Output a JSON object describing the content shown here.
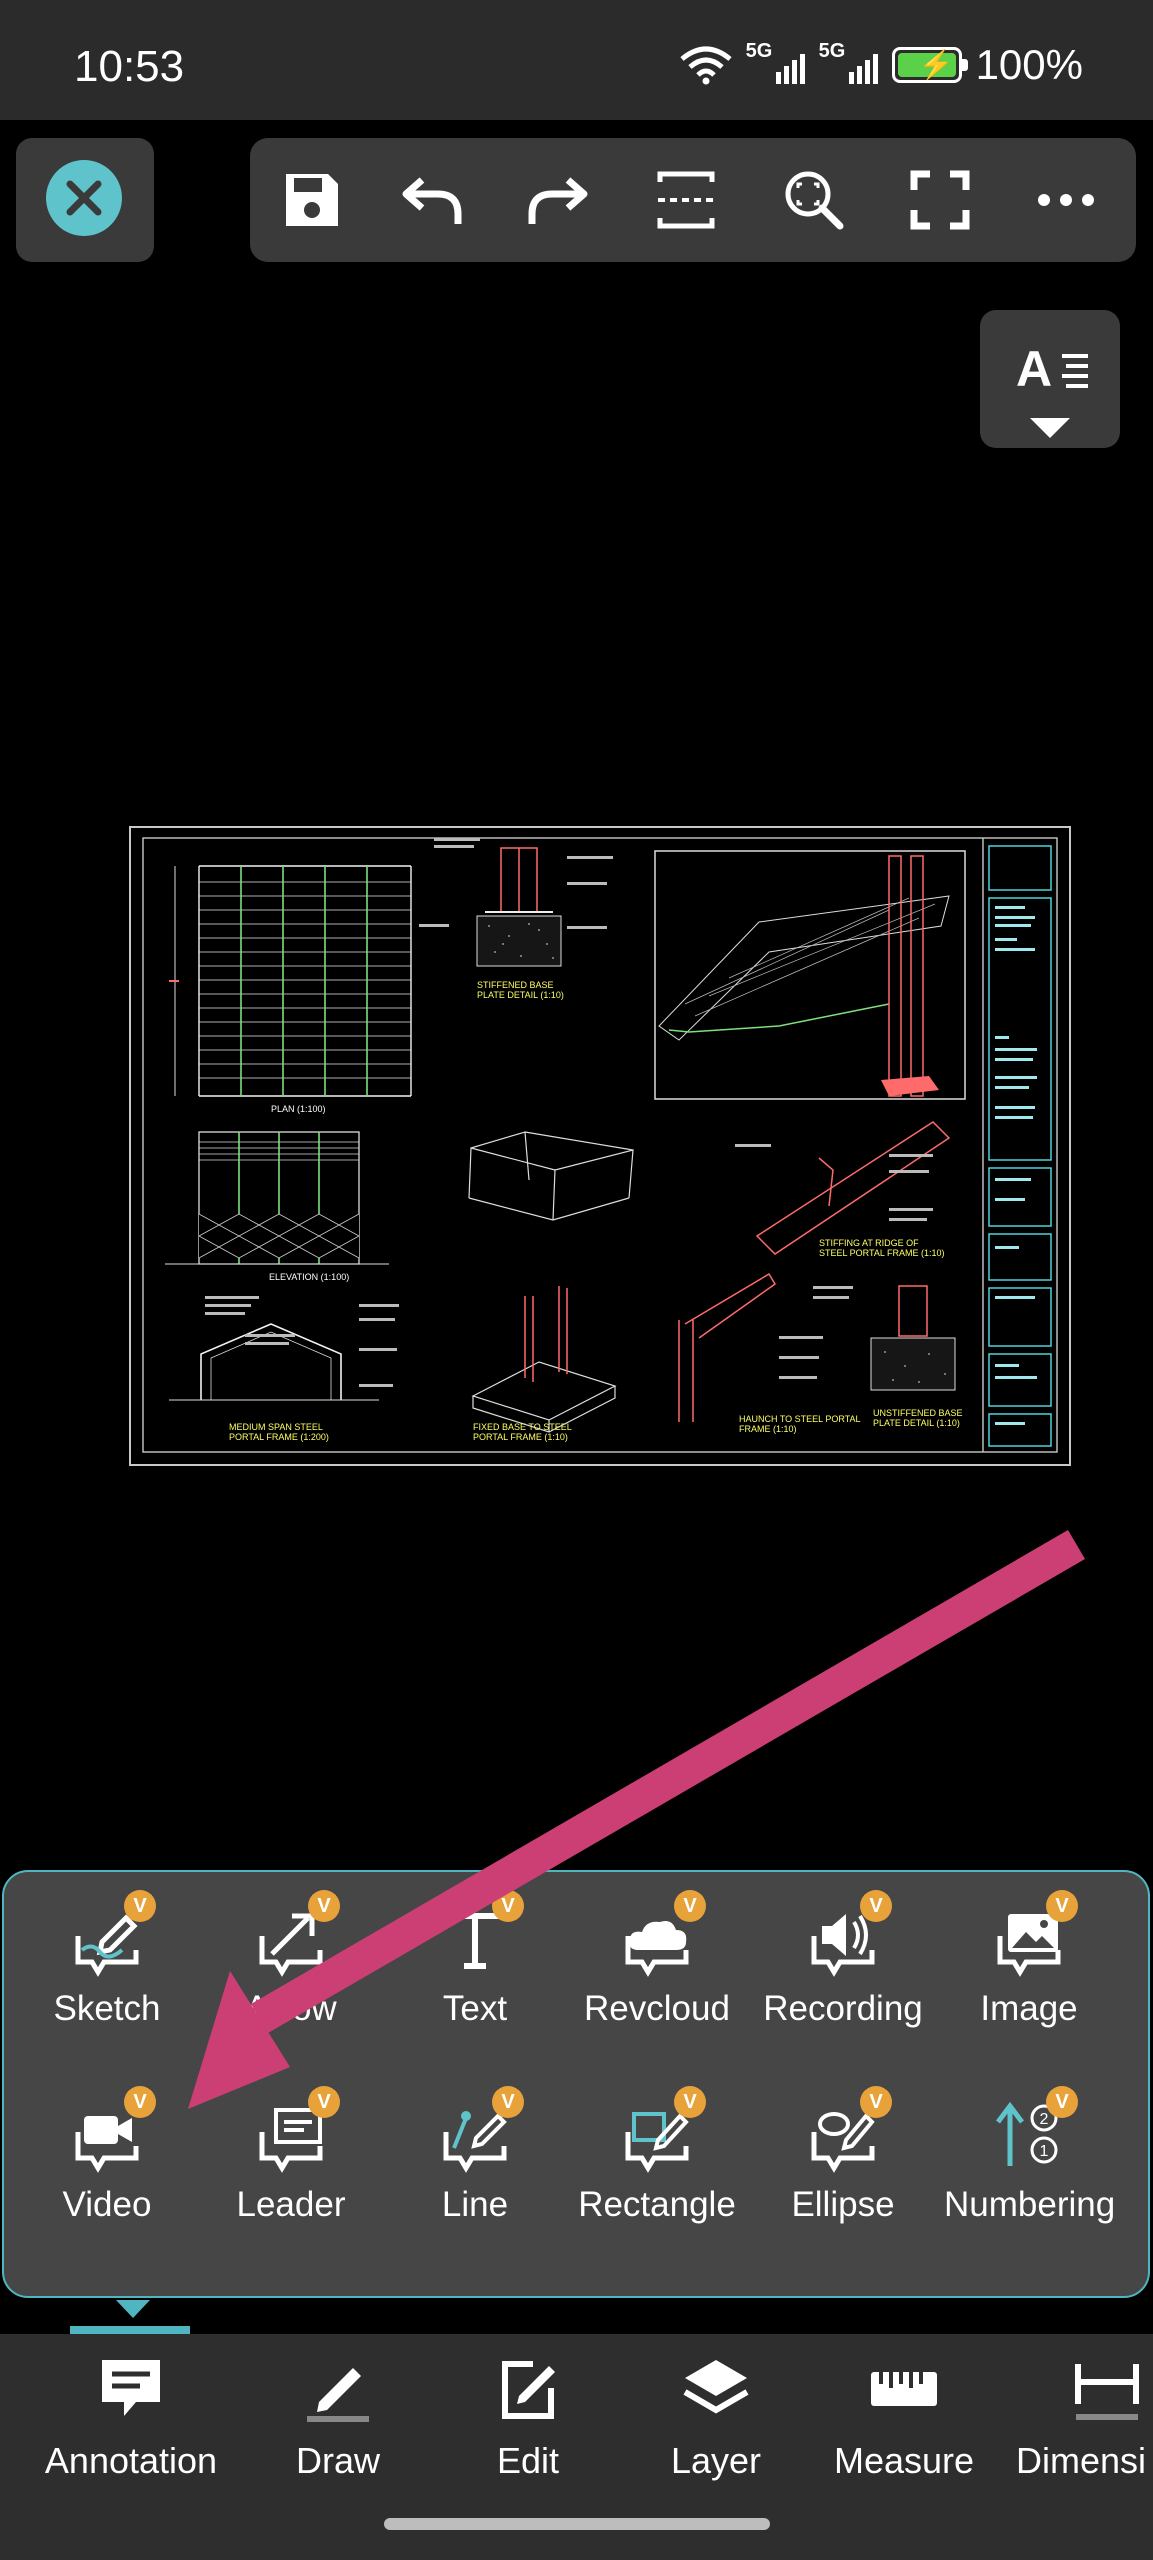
{
  "status_bar": {
    "time": "10:53",
    "network_1": "5G",
    "network_2": "5G",
    "battery": "100%"
  },
  "text_style": {
    "label": "A"
  },
  "annotation_tools": [
    {
      "label": "Sketch",
      "badge": "V"
    },
    {
      "label": "Arrow",
      "badge": "V"
    },
    {
      "label": "Text",
      "badge": "V"
    },
    {
      "label": "Revcloud",
      "badge": "V"
    },
    {
      "label": "Recording",
      "badge": "V"
    },
    {
      "label": "Image",
      "badge": "V"
    },
    {
      "label": "Video",
      "badge": "V"
    },
    {
      "label": "Leader",
      "badge": "V"
    },
    {
      "label": "Line",
      "badge": "V"
    },
    {
      "label": "Rectangle",
      "badge": "V"
    },
    {
      "label": "Ellipse",
      "badge": "V"
    },
    {
      "label": "Numbering",
      "badge": "V"
    }
  ],
  "bottom_nav": [
    {
      "label": "Annotation"
    },
    {
      "label": "Draw"
    },
    {
      "label": "Edit"
    },
    {
      "label": "Layer"
    },
    {
      "label": "Measure"
    },
    {
      "label": "Dimensi"
    }
  ],
  "drawing": {
    "texts": {
      "plan": "PLAN (1:100)",
      "elevation": "ELEVATION (1:100)",
      "stiffened": "STIFFENED BASE",
      "stiffened2": "PLATE DETAIL (1:10)",
      "fixed": "FIXED BASE TO STEEL",
      "fixed2": "PORTAL FRAME (1:10)",
      "haunch": "HAUNCH TO STEEL PORTAL",
      "haunch2": "FRAME (1:10)",
      "medium": "MEDIUM SPAN STEEL",
      "medium2": "PORTAL FRAME (1:200)",
      "unstiff": "UNSTIFFENED BASE",
      "unstiff2": "PLATE DETAIL (1:10)",
      "stiffing": "STIFFING AT RIDGE OF",
      "stiffing2": "STEEL PORTAL FRAME (1:10)"
    }
  }
}
